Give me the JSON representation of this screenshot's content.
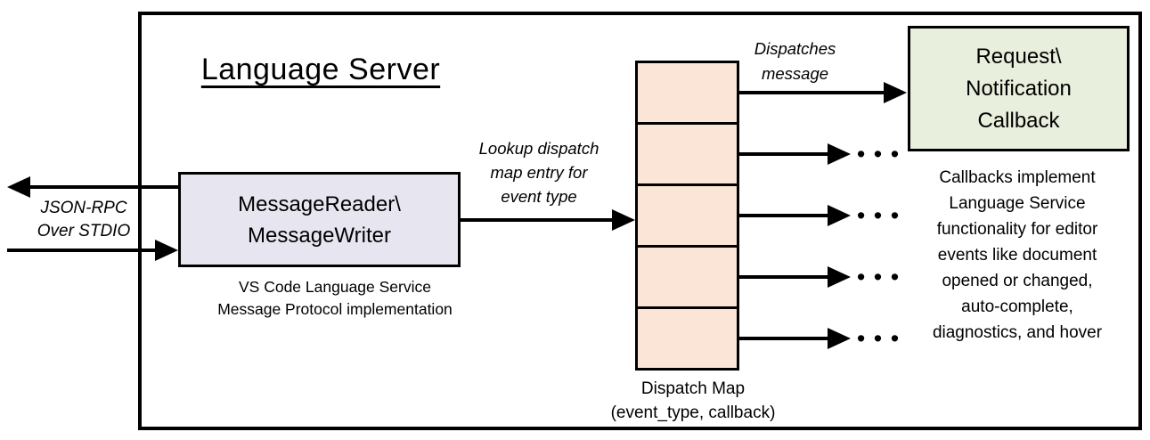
{
  "diagram": {
    "title": "Language Server",
    "io_label": {
      "line1": "JSON-RPC",
      "line2": "Over STDIO"
    },
    "message_box": {
      "line1": "MessageReader\\",
      "line2": "MessageWriter",
      "caption_line1": "VS Code Language Service",
      "caption_line2": "Message Protocol implementation"
    },
    "lookup_label": {
      "line1": "Lookup dispatch",
      "line2": "map entry for",
      "line3": "event type"
    },
    "dispatches_label": {
      "line1": "Dispatches",
      "line2": "message"
    },
    "dispatch_map": {
      "cell_count": 5,
      "caption_line1": "Dispatch Map",
      "caption_line2": "(event_type, callback)"
    },
    "callback_box": {
      "line1": "Request\\",
      "line2": "Notification",
      "line3": "Callback"
    },
    "callbacks_note": {
      "lines": [
        "Callbacks implement",
        "Language Service",
        "functionality for editor",
        "events like document",
        "opened or changed,",
        "auto-complete,",
        "diagnostics, and hover"
      ]
    },
    "ellipsis": "• • •",
    "colors": {
      "message_box_fill": "#e7e6f0",
      "dispatch_map_fill": "#fbe5d6",
      "callback_box_fill": "#e8efdc",
      "line_color": "#000000"
    }
  }
}
